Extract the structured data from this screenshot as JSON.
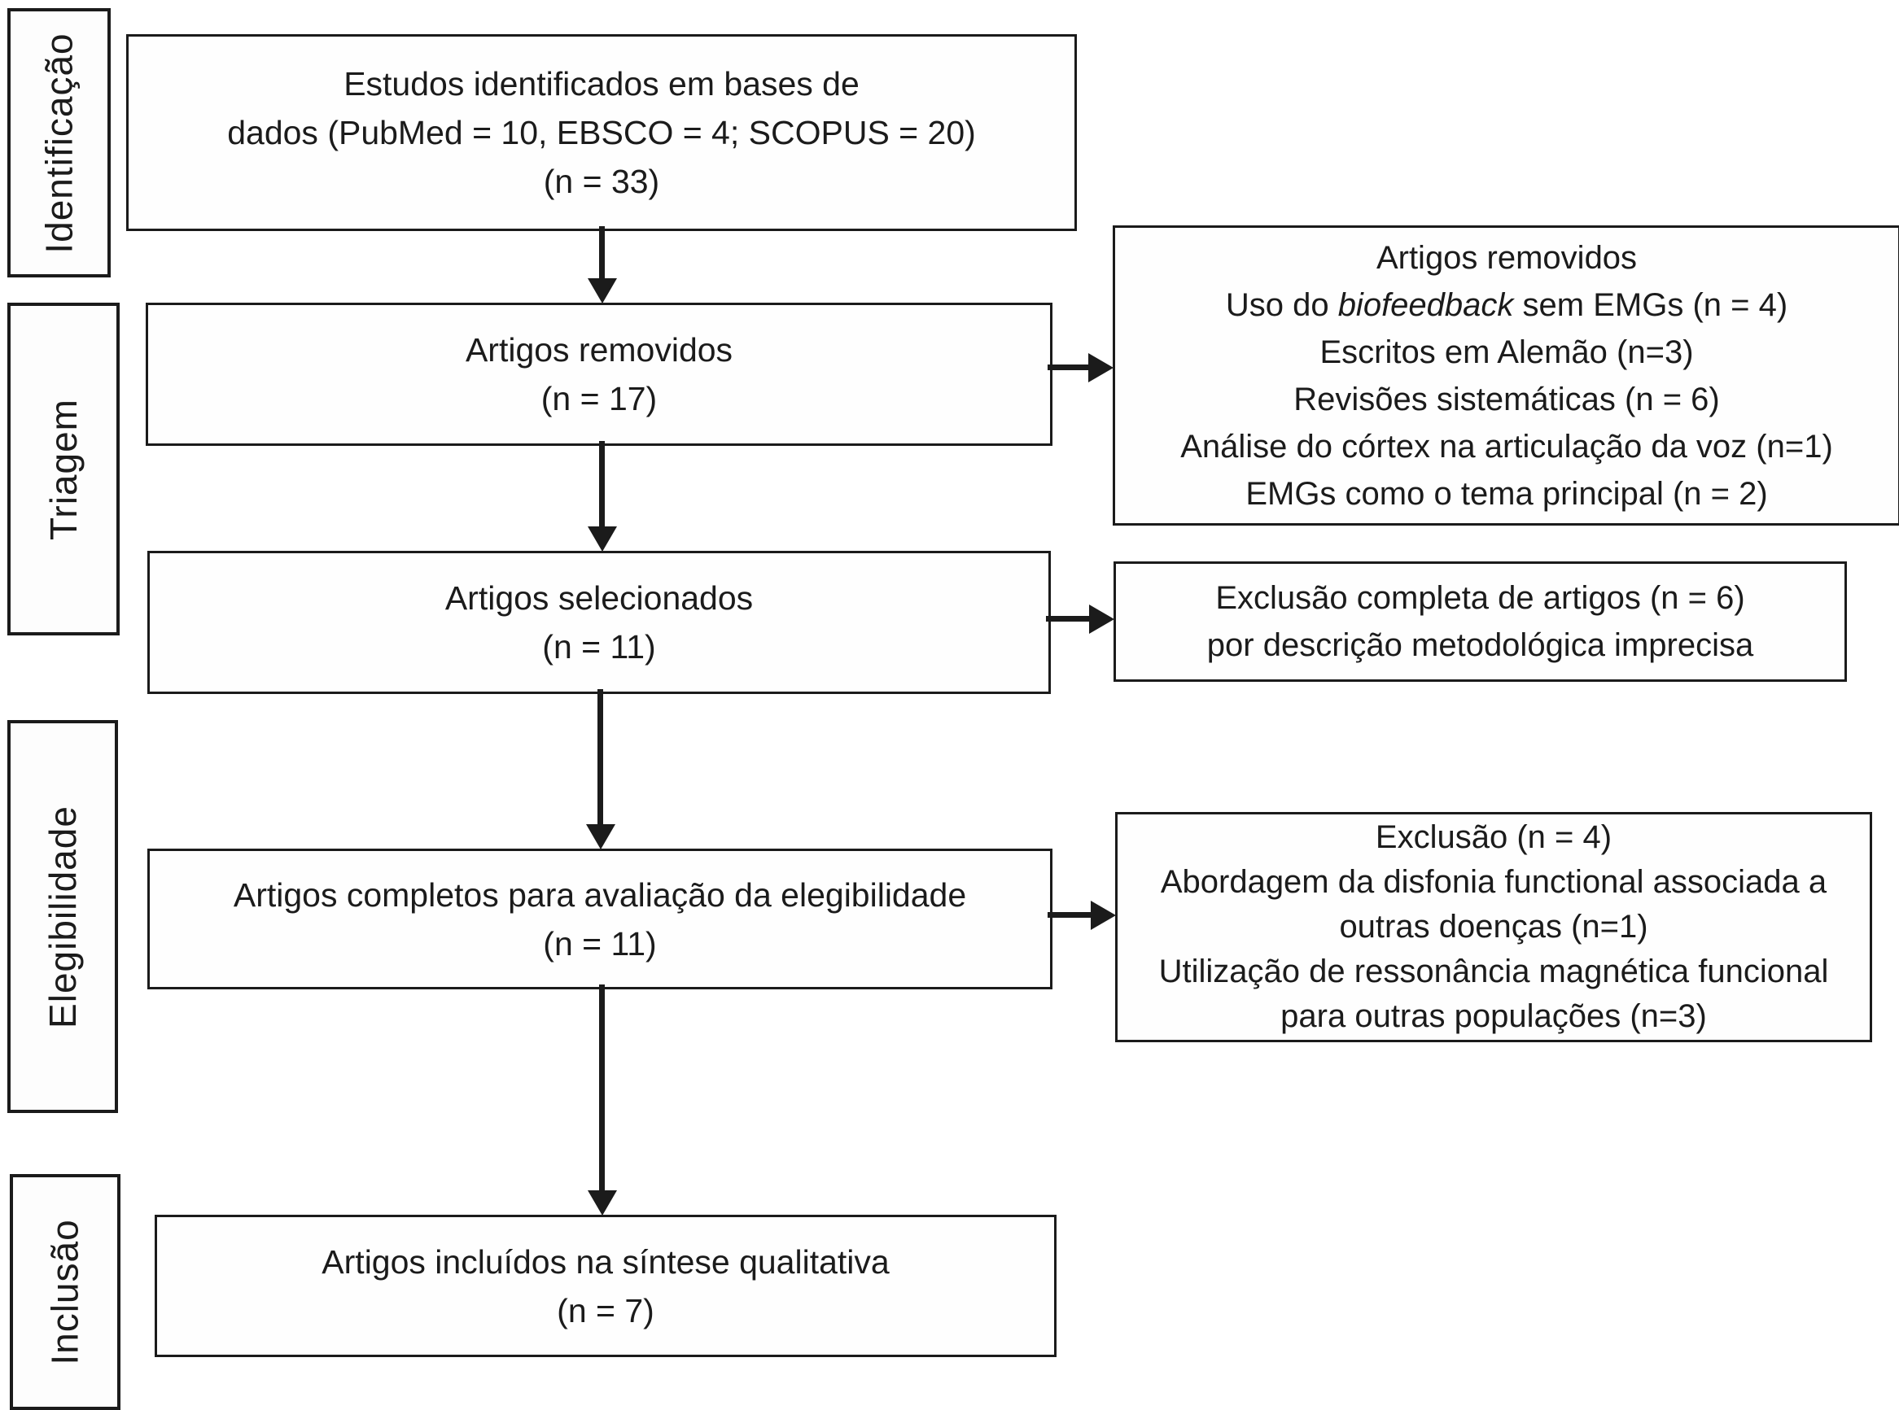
{
  "figure": {
    "background_color": "#ffffff",
    "ink_color": "#1b1b1b",
    "type": "prisma-flow-diagram"
  },
  "sidebar": {
    "identification_label": "Identificação",
    "screening_label": "Triagem",
    "eligibility_label": "Elegibilidade",
    "inclusion_label": "Inclusão"
  },
  "flow_boxes": {
    "identified": {
      "line1": "Estudos identificados em bases de",
      "line2": "dados (PubMed = 10, EBSCO = 4; SCOPUS = 20)",
      "line3": "(n = 33)"
    },
    "removed": {
      "line1": "Artigos removidos",
      "line2": "(n = 17)"
    },
    "selected": {
      "line1": "Artigos selecionados",
      "line2": "(n = 11)"
    },
    "fulltext": {
      "line1": "Artigos completos para avaliação da elegibilidade",
      "line2": "(n = 11)"
    },
    "included": {
      "line1": "Artigos incluídos na síntese qualitativa",
      "line2": "(n = 7)"
    }
  },
  "side_notes": {
    "removed_reasons": {
      "title": "Artigos removidos",
      "reason1_prefix": "Uso do ",
      "reason1_italic": "biofeedback",
      "reason1_suffix": " sem EMGs (n = 4)",
      "reason2": "Escritos em Alemão (n=3)",
      "reason3": "Revisões sistemáticas (n = 6)",
      "reason4": "Análise do córtex na articulação da voz (n=1)",
      "reason5": "EMGs como o tema principal (n = 2)"
    },
    "full_exclusion": {
      "line1": "Exclusão completa de artigos (n = 6)",
      "line2": "por descrição metodológica imprecisa"
    },
    "eligibility_exclusion": {
      "line1": "Exclusão (n = 4)",
      "line2": "Abordagem da disfonia functional associada a",
      "line3": "outras doenças (n=1)",
      "line4": "Utilização de ressonância magnética funcional",
      "line5": "para outras populações (n=3)"
    }
  }
}
